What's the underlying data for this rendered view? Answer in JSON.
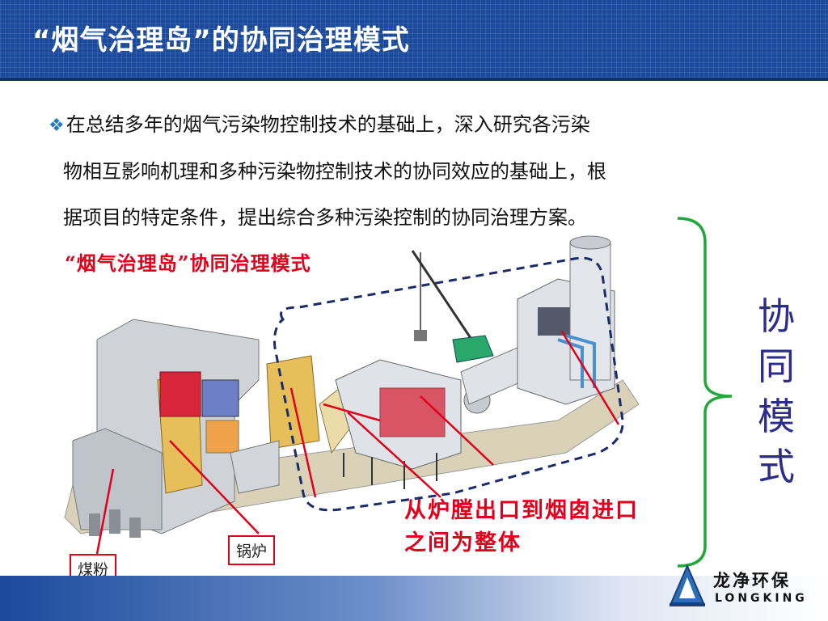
{
  "title": "“烟气治理岛”的协同治理模式",
  "intro": {
    "lines": [
      "在总结多年的烟气污染物控制技术的基础上，深入研究各污染",
      "物相互影响机理和多种污染物控制技术的协同效应的基础上，根",
      "据项目的特定条件，提出综合多种污染控制的协同治理方案。"
    ]
  },
  "diagram": {
    "title": "“烟气治理岛”协同治理模式",
    "caption_lines": [
      "从炉膛出口到烟囱进口",
      "之间为整体"
    ],
    "labels": {
      "coal": "煤粉",
      "boiler": "锅炉"
    }
  },
  "side_label": [
    "协",
    "同",
    "模",
    "式"
  ],
  "logo": {
    "cn": "龙净环保",
    "en": "LONGKING"
  },
  "colors": {
    "title_bar": "#1b4a9c",
    "accent_red": "#e0001b",
    "bracket_green": "#22a83a",
    "side_label": "#2c2c8c",
    "bullet": "#2a7bbd"
  }
}
